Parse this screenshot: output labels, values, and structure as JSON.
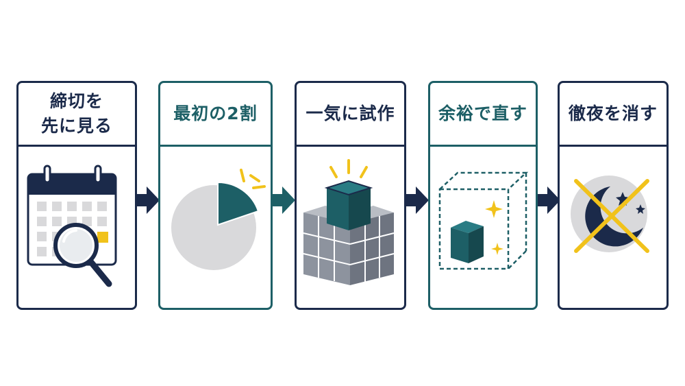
{
  "steps": [
    {
      "title": "締切を\n先に見る",
      "icon": "calendar-magnifier-icon"
    },
    {
      "title": "最初の2割",
      "icon": "pie-20-percent-icon"
    },
    {
      "title": "一気に試作",
      "icon": "stacked-cubes-icon"
    },
    {
      "title": "余裕で直す",
      "icon": "cube-in-dashed-box-icon"
    },
    {
      "title": "徹夜を消す",
      "icon": "crossed-moon-icon"
    }
  ],
  "colors": {
    "navy": "#1b2a4a",
    "teal": "#1d5f66",
    "yellow": "#f1c21b",
    "gray": "#d9d9db",
    "slate": "#8d939e"
  }
}
